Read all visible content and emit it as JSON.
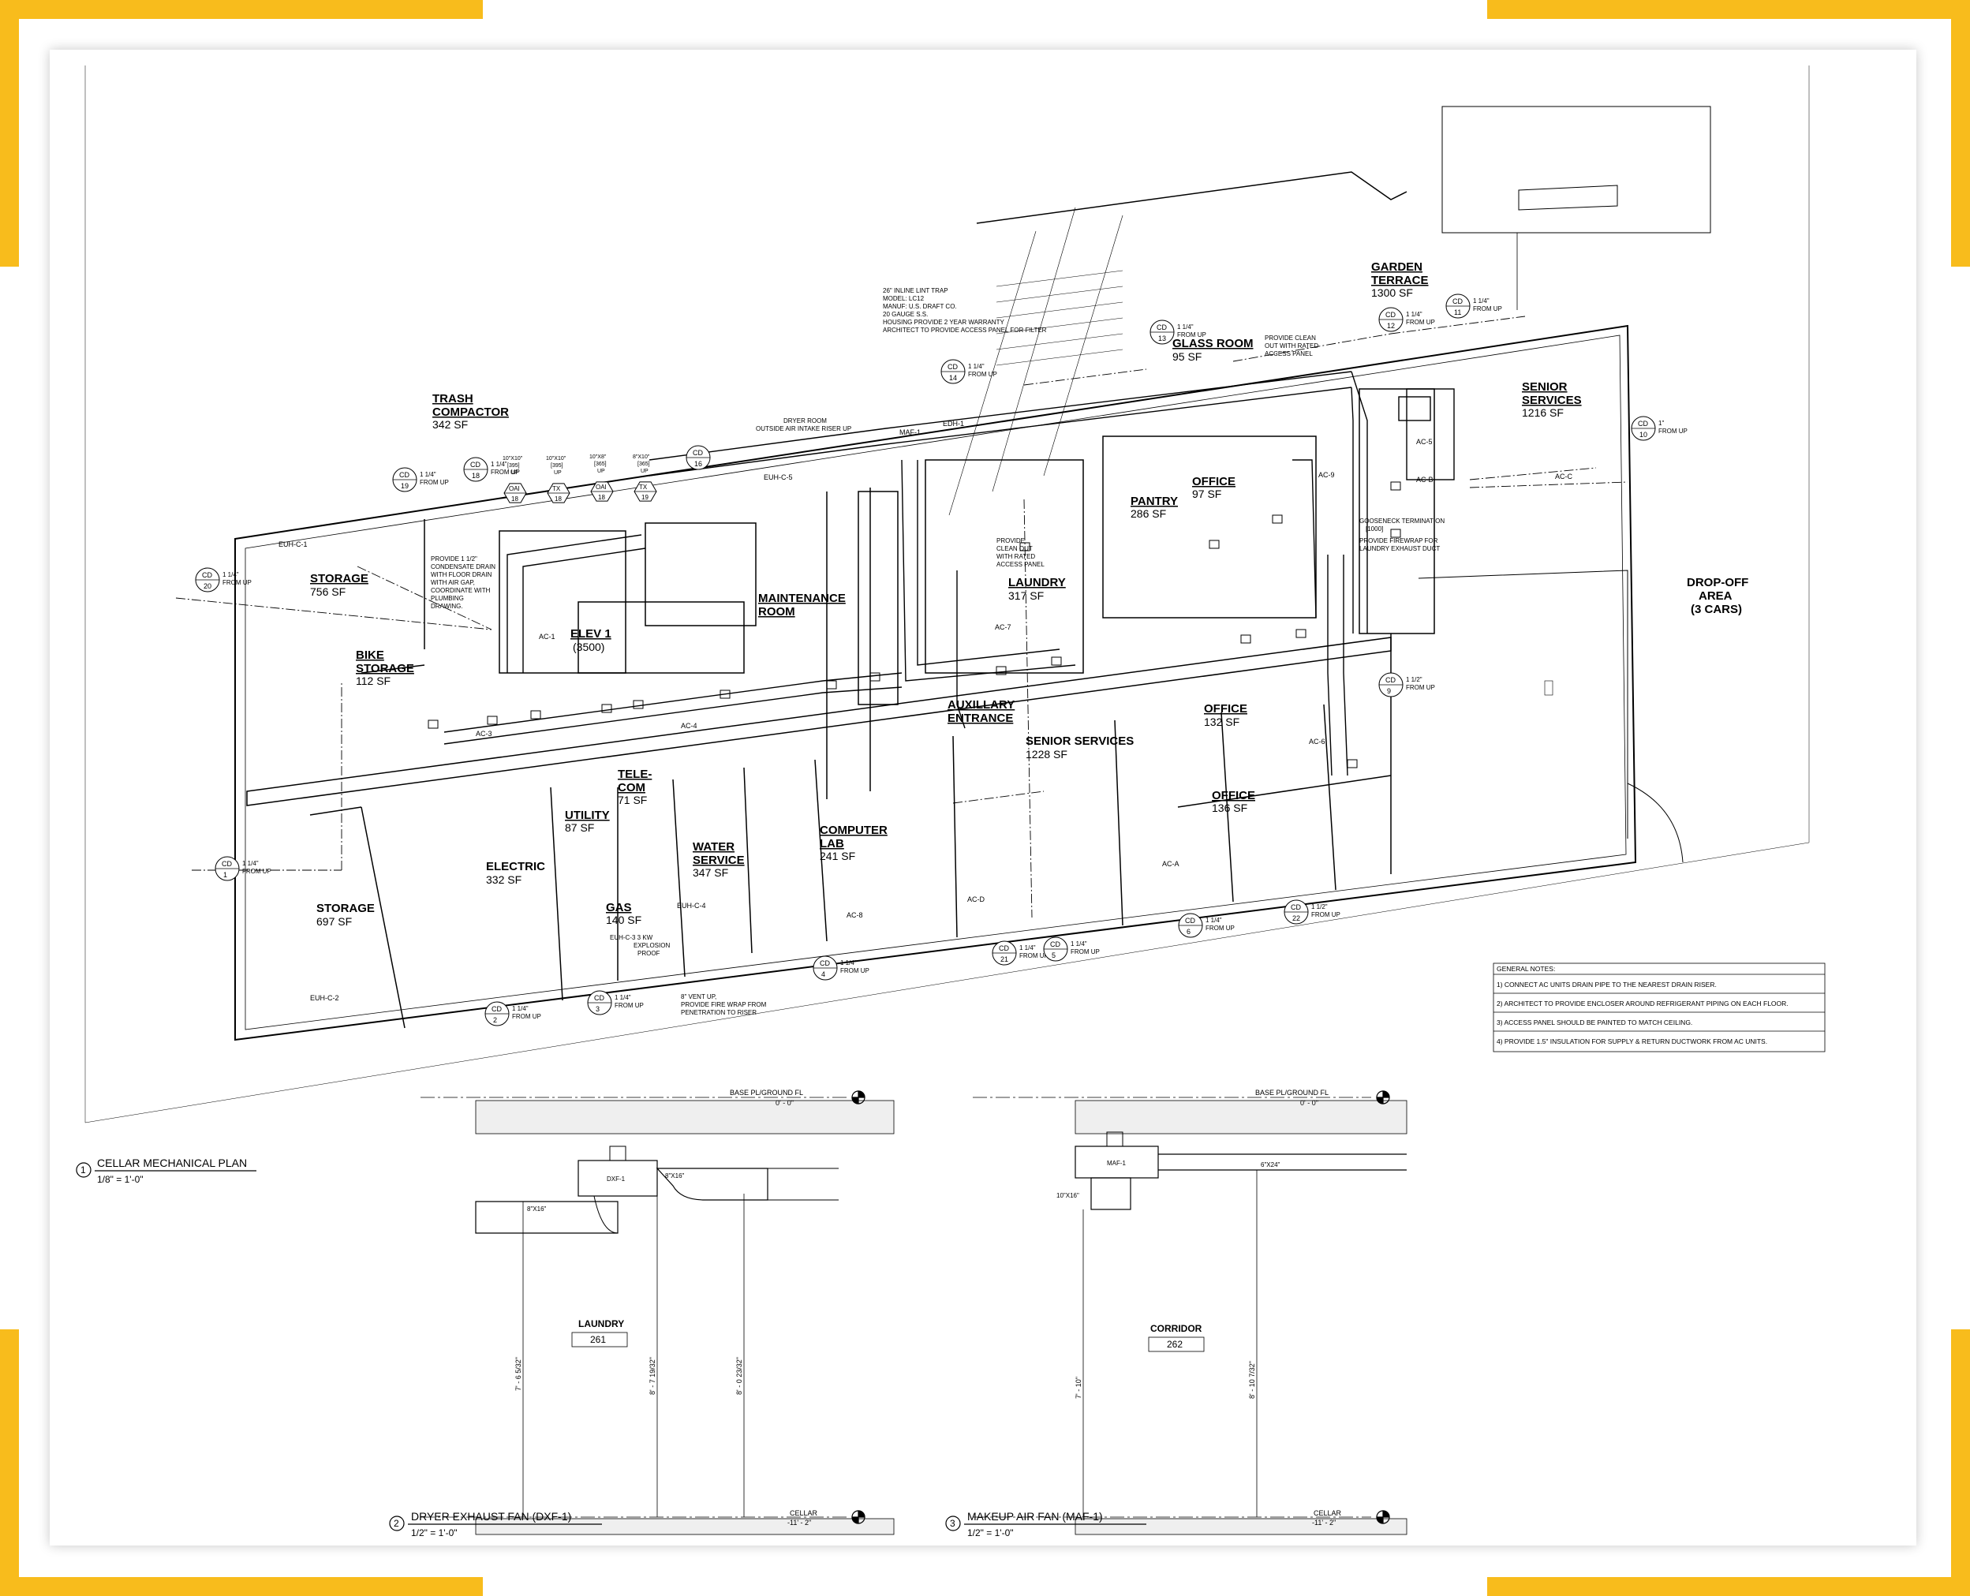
{
  "brand": {
    "accent": "#F8BC1C",
    "line": "#000000",
    "paper": "#ffffff"
  },
  "plan": {
    "rooms": [
      {
        "id": "trash",
        "name": "TRASH",
        "name2": "COMPACTOR",
        "area": "342 SF"
      },
      {
        "id": "storage-upper",
        "name": "STORAGE",
        "area": "756 SF"
      },
      {
        "id": "bike",
        "name": "BIKE",
        "name2": "STORAGE",
        "area": "112 SF"
      },
      {
        "id": "elev",
        "name": "ELEV 1",
        "area": "(3500)"
      },
      {
        "id": "maintenance",
        "name": "MAINTENANCE",
        "name2": "ROOM"
      },
      {
        "id": "laundry",
        "name": "LAUNDRY",
        "area": "317 SF"
      },
      {
        "id": "pantry",
        "name": "PANTRY",
        "area": "286 SF"
      },
      {
        "id": "office-97",
        "name": "OFFICE",
        "area": "97 SF"
      },
      {
        "id": "glass",
        "name": "GLASS ROOM",
        "area": "95 SF"
      },
      {
        "id": "garden",
        "name": "GARDEN",
        "name2": "TERRACE",
        "area": "1300 SF"
      },
      {
        "id": "senior-upper",
        "name": "SENIOR",
        "name2": "SERVICES",
        "area": "1216 SF"
      },
      {
        "id": "dropoff",
        "name": "DROP-OFF",
        "name2": "AREA",
        "name3": "(3 CARS)"
      },
      {
        "id": "aux",
        "name": "AUXILLARY",
        "name2": "ENTRANCE"
      },
      {
        "id": "senior-lower",
        "name": "SENIOR SERVICES",
        "area": "1228 SF"
      },
      {
        "id": "office-132",
        "name": "OFFICE",
        "area": "132 SF"
      },
      {
        "id": "office-136",
        "name": "OFFICE",
        "area": "136 SF"
      },
      {
        "id": "telecom",
        "name": "TELE-",
        "name2": "COM",
        "area": "71 SF"
      },
      {
        "id": "utility",
        "name": "UTILITY",
        "area": "87 SF"
      },
      {
        "id": "water",
        "name": "WATER",
        "name2": "SERVICE",
        "area": "347 SF"
      },
      {
        "id": "computer",
        "name": "COMPUTER",
        "name2": "LAB",
        "area": "241 SF"
      },
      {
        "id": "electric",
        "name": "ELECTRIC",
        "area": "332 SF"
      },
      {
        "id": "gas",
        "name": "GAS",
        "area": "140 SF"
      },
      {
        "id": "storage-lower",
        "name": "STORAGE",
        "area": "697 SF"
      }
    ],
    "cd_tags": [
      {
        "num": "19",
        "note1": "1 1/4\"",
        "note2": "FROM UP"
      },
      {
        "num": "18",
        "note1": "1 1/4\"",
        "note2": "FROM UP"
      },
      {
        "num": "16",
        "note1": "",
        "note2": ""
      },
      {
        "num": "14",
        "note1": "1 1/4\"",
        "note2": "FROM UP"
      },
      {
        "num": "13",
        "note1": "1 1/4\"",
        "note2": "FROM UP"
      },
      {
        "num": "12",
        "note1": "1 1/4\"",
        "note2": "FROM UP"
      },
      {
        "num": "11",
        "note1": "1 1/4\"",
        "note2": "FROM UP"
      },
      {
        "num": "10",
        "note1": "1\"",
        "note2": "FROM UP"
      },
      {
        "num": "20",
        "note1": "1 1/4\"",
        "note2": "FROM UP"
      },
      {
        "num": "9",
        "note1": "1 1/2\"",
        "note2": "FROM UP"
      },
      {
        "num": "1",
        "note1": "1 1/4\"",
        "note2": "FROM UP"
      },
      {
        "num": "2",
        "note1": "1 1/4\"",
        "note2": "FROM UP"
      },
      {
        "num": "3",
        "note1": "1 1/4\"",
        "note2": "FROM UP"
      },
      {
        "num": "4",
        "note1": "1 1/4\"",
        "note2": "FROM UP"
      },
      {
        "num": "21",
        "note1": "1 1/4\"",
        "note2": "FROM UP"
      },
      {
        "num": "5",
        "note1": "1 1/4\"",
        "note2": "FROM UP"
      },
      {
        "num": "6",
        "note1": "1 1/4\"",
        "note2": "FROM UP"
      },
      {
        "num": "22",
        "note1": "1 1/2\"",
        "note2": "FROM UP"
      }
    ],
    "hex_tags": [
      {
        "top": "OAI",
        "num": "18",
        "size": "10\"X10\"",
        "cfm": "[395]",
        "dir": "UP"
      },
      {
        "top": "TX",
        "num": "18",
        "size": "10\"X10\"",
        "cfm": "[395]",
        "dir": "UP"
      },
      {
        "top": "OAI",
        "num": "18",
        "size": "10\"X8\"",
        "cfm": "[365]",
        "dir": "UP"
      },
      {
        "top": "TX",
        "num": "19",
        "size": "8\"X10\"",
        "cfm": "[365]",
        "dir": "UP"
      }
    ],
    "equipment_labels": [
      "AC-5",
      "AC-B",
      "AC-C",
      "AC-9",
      "AC-6",
      "AC-7",
      "AC-8",
      "AC-A",
      "AC-D",
      "AC-1",
      "AC-3",
      "AC-4",
      "EUH-C-1",
      "EUH-C-2",
      "EUH-C-4",
      "EUH-C-5",
      "MAF-1",
      "EDH-1"
    ],
    "notes": {
      "lint_trap": [
        "26\" INLINE LINT TRAP",
        "MODEL: LC12",
        "MANUF: U.S. DRAFT CO.",
        "20 GAUGE S.S.",
        "HOUSING PROVIDE 2 YEAR WARRANTY",
        "ARCHITECT TO PROVIDE ACCESS PANEL FOR FILTER"
      ],
      "dryer_room": [
        "DRYER ROOM",
        "OUTSIDE AIR INTAKE RISER UP"
      ],
      "gooseneck": [
        "GOOSENECK TERMINATION",
        "[1000]",
        "PROVIDE FIREWRAP FOR",
        "LAUNDRY EXHAUST DUCT"
      ],
      "clean_out_upper": [
        "PROVIDE CLEAN",
        "OUT WITH RATED",
        "ACCESS PANEL"
      ],
      "condensate": [
        "PROVIDE 1 1/2\"",
        "CONDENSATE DRAIN",
        "WITH FLOOR DRAIN",
        "WITH AIR GAP,",
        "COORDINATE WITH",
        "PLUMBING",
        "DRAWING."
      ],
      "vent": [
        "8\" VENT UP,",
        "PROVIDE FIRE WRAP FROM",
        "PENETRATION TO RISER"
      ],
      "explosion": [
        "EUH-C-3 3 KW",
        "EXPLOSION",
        "PROOF"
      ],
      "clean_out_laundry": [
        "PROVIDE",
        "CLEAN OUT",
        "WITH RATED",
        "ACCESS PANEL"
      ]
    },
    "general_notes": {
      "title": "GENERAL NOTES:",
      "items": [
        "1) CONNECT AC UNITS DRAIN PIPE TO THE NEAREST DRAIN RISER.",
        "2) ARCHITECT TO PROVIDE ENCLOSER AROUND REFRIGERANT PIPING ON EACH FLOOR.",
        "3) ACCESS PANEL SHOULD BE PAINTED TO MATCH CEILING.",
        "4) PROVIDE 1.5\" INSULATION FOR SUPPLY & RETURN DUCTWORK FROM AC UNITS."
      ]
    },
    "title": {
      "num": "1",
      "name": "CELLAR MECHANICAL PLAN",
      "scale": "1/8\" = 1'-0\""
    }
  },
  "section2": {
    "num": "2",
    "name": "DRYER EXHAUST FAN (DXF-1)",
    "scale": "1/2\" = 1'-0\"",
    "top_level": "BASE PL/GROUND FL",
    "top_elev": "0' - 0\"",
    "bottom_level": "CELLAR",
    "bottom_elev": "-11' - 2\"",
    "room": "LAUNDRY",
    "room_num": "261",
    "fan": "DXF-1",
    "duct1": "8\"X16\"",
    "duct2": "8\"X16\"",
    "dim1": "7' - 6 5/32\"",
    "dim2": "8' - 7 19/32\"",
    "dim3": "8' - 0 23/32\""
  },
  "section3": {
    "num": "3",
    "name": "MAKEUP AIR FAN (MAF-1)",
    "scale": "1/2\" = 1'-0\"",
    "top_level": "BASE PL/GROUND FL",
    "top_elev": "0' - 0\"",
    "bottom_level": "CELLAR",
    "bottom_elev": "-11' - 2\"",
    "room": "CORRIDOR",
    "room_num": "262",
    "fan": "MAF-1",
    "duct1": "6\"X24\"",
    "duct2": "10\"X16\"",
    "dim1": "7' - 10\"",
    "dim2": "8' - 10 7/32\""
  }
}
